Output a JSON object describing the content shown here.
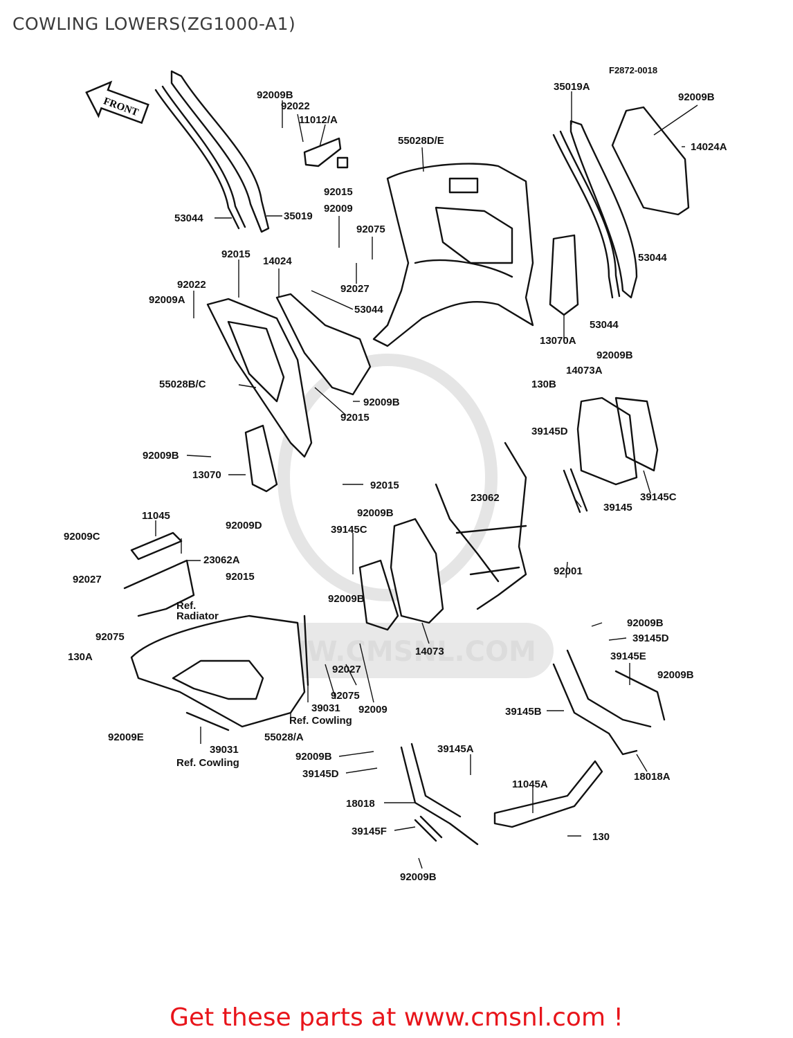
{
  "title": "COWLING LOWERS(ZG1000-A1)",
  "figure_id": "F2872-0018",
  "front_arrow": "FRONT",
  "watermark_text": "WWW.CMSNL.COM",
  "promo_text": "Get these parts at www.cmsnl.com !",
  "colors": {
    "promo": "#e8141a",
    "watermark": "#d9d9d9",
    "title": "#3a3a3a"
  },
  "labels": [
    "92009B",
    "92022",
    "11012/A",
    "55028D/E",
    "35019A",
    "92009B",
    "14024A",
    "92015",
    "53044",
    "35019",
    "92009",
    "92075",
    "92027",
    "53044",
    "92015",
    "14024",
    "53044",
    "92022",
    "92009A",
    "53044",
    "13070A",
    "55028B/C",
    "92015",
    "92009B",
    "92009B",
    "14073A",
    "130B",
    "39145D",
    "92009B",
    "13070",
    "92015",
    "23062",
    "39145",
    "39145C",
    "92009D",
    "11045",
    "92009B",
    "39145C",
    "92009C",
    "23062A",
    "92001",
    "92027",
    "92015",
    "Ref.",
    "Radiator",
    "92009B",
    "92075",
    "14073",
    "130A",
    "92009B",
    "39145D",
    "39145E",
    "92027",
    "92009B",
    "92075",
    "39031",
    "92009",
    "39145B",
    "Ref. Cowling",
    "55028/A",
    "92009E",
    "39031",
    "Ref. Cowling",
    "92009B",
    "39145A",
    "18018A",
    "39145D",
    "11045A",
    "18018",
    "39145F",
    "130",
    "92009B"
  ]
}
